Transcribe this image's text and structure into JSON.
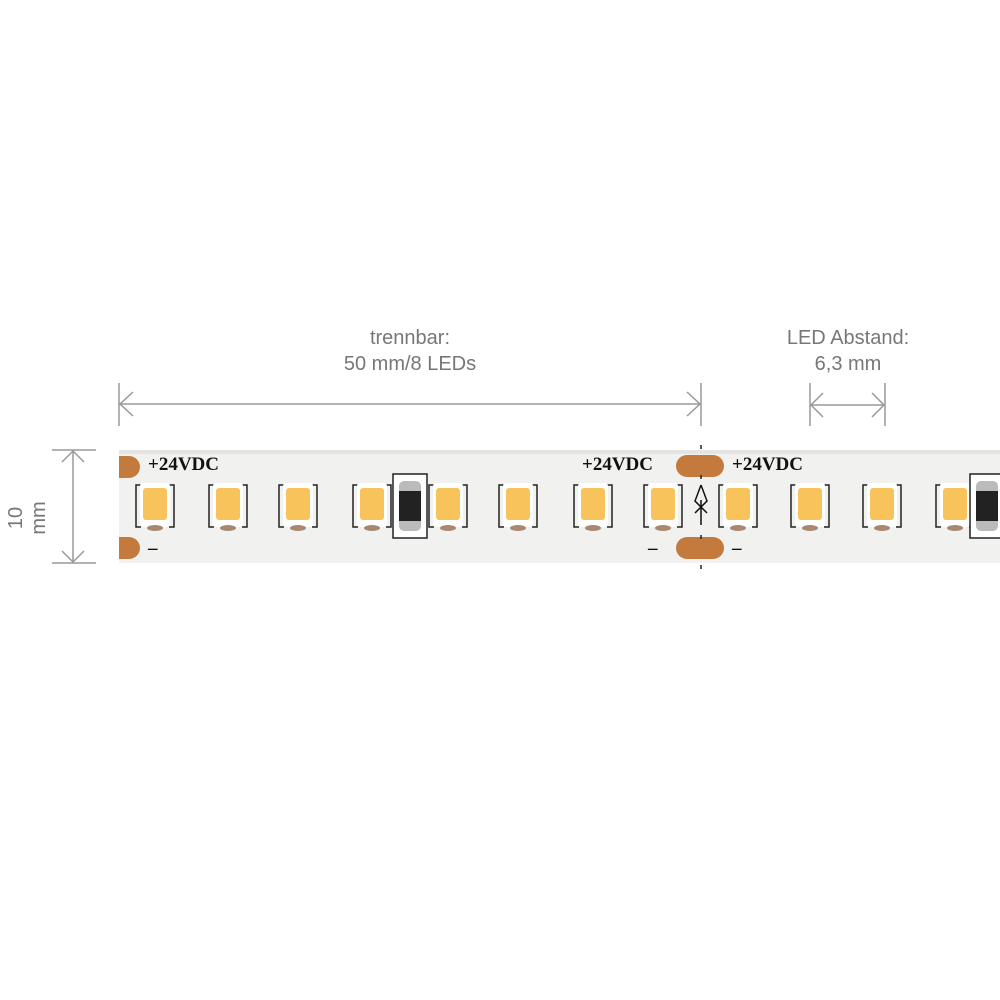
{
  "dimensions": {
    "cut_label": "trennbar:",
    "cut_value": "50 mm/8 LEDs",
    "pitch_label": "LED Abstand:",
    "pitch_value": "6,3 mm",
    "width_value": "10 mm"
  },
  "strip": {
    "voltage_label": "+24VDC",
    "minus_label": "–",
    "led_count_visible": 12,
    "colors": {
      "led": "#f7c35a",
      "pad": "#c47a3c",
      "pcb": "#f2f2f0",
      "dim_line": "#999999"
    }
  }
}
